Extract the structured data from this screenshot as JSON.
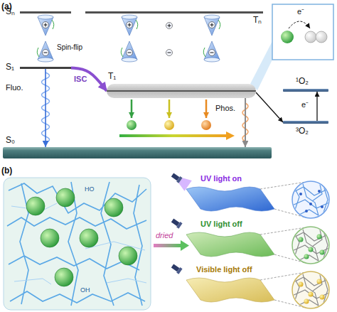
{
  "diagram": {
    "nodes": [
      {
        "text": [
          "Sₙ"
        ]
      },
      {
        "text": [
          "Tₙ"
        ]
      },
      {
        "text": [
          "S₁"
        ]
      },
      {
        "text": [
          "T₁"
        ]
      },
      {
        "text": [
          "¹O₂"
        ]
      },
      {
        "text": [
          "³O₂"
        ]
      },
      {
        "text": [
          "S₀"
        ]
      }
    ],
    "edges": [
      {
        "from": 2,
        "to": 6,
        "arrow": "to",
        "label": "Fluo."
      },
      {
        "from": 2,
        "to": 3,
        "arrow": "to",
        "label": "ISC"
      },
      {
        "from": 3,
        "to": 6,
        "arrow": "to",
        "label": "Phos."
      },
      {
        "from": 3,
        "to": 5,
        "arrow": "to"
      },
      {
        "from": 5,
        "to": 4,
        "arrow": "to",
        "label": "e⁻"
      }
    ],
    "labels": [
      "(a)",
      "Spin-flip",
      "e⁻",
      "(b)",
      "HO",
      "OH",
      "dried",
      "UV light on",
      "UV light off",
      "Visible light off"
    ]
  }
}
